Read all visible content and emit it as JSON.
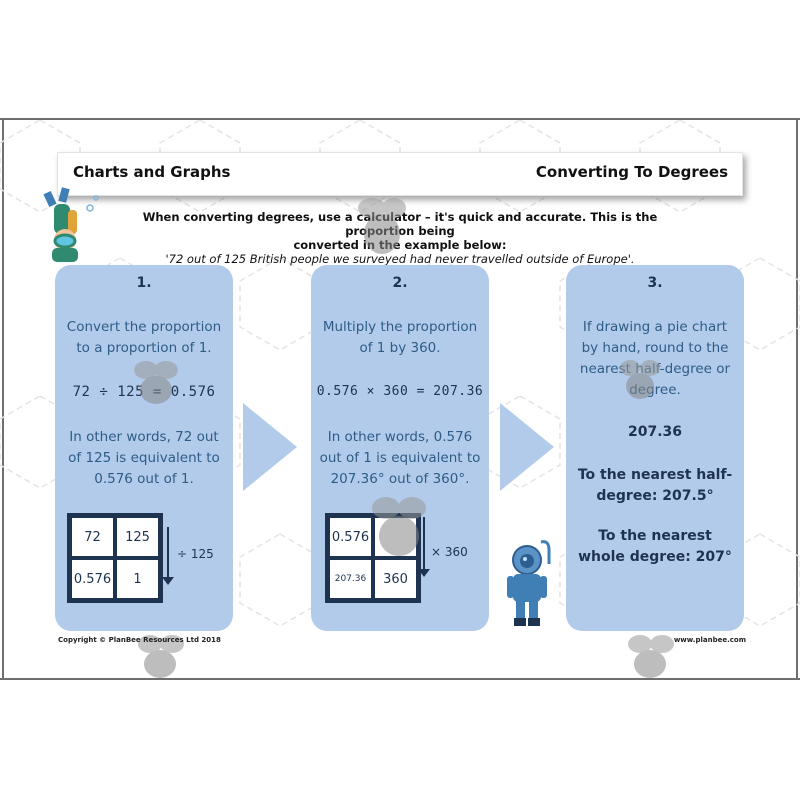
{
  "header": {
    "left_title": "Charts and Graphs",
    "right_title": "Converting To Degrees"
  },
  "intro": {
    "line1": "When converting degrees, use a calculator – it's quick and accurate. This is the proportion being",
    "line2": "converted in the example below:",
    "line3": "'72 out of 125 British people we surveyed had never travelled outside of Europe'."
  },
  "steps": [
    {
      "number": "1.",
      "instruction": "Convert the proportion to a proportion of 1.",
      "calculation": "72 ÷ 125 = 0.576",
      "explanation": "In other words, 72 out of 125 is equivalent to 0.576 out of 1.",
      "grid": {
        "top_left": "72",
        "top_right": "125",
        "bottom_left": "0.576",
        "bottom_right": "1",
        "operation": "÷ 125"
      }
    },
    {
      "number": "2.",
      "instruction": "Multiply the proportion of 1 by 360.",
      "calculation": "0.576 × 360 = 207.36",
      "explanation": "In other words, 0.576 out of 1 is equivalent to 207.36° out of 360°.",
      "grid": {
        "top_left": "0.576",
        "top_right": "",
        "bottom_left": "207.36",
        "bottom_right": "360",
        "operation": "× 360"
      }
    },
    {
      "number": "3.",
      "instruction": "If drawing a pie chart by hand, round to the nearest half-degree or degree.",
      "value": "207.36",
      "half_degree": "To the nearest half-degree: 207.5°",
      "whole_degree": "To the nearest whole degree: 207°"
    }
  ],
  "footer": {
    "copyright": "Copyright © PlanBee Resources Ltd 2018",
    "website": "www.planbee.com"
  },
  "icons": [
    "scuba-diver-icon",
    "deep-sea-diver-icon",
    "bee-watermark-icon",
    "chevron-right-icon",
    "down-arrow-icon"
  ],
  "colors": {
    "card": "#b3cbeb",
    "text_dark": "#1e3350",
    "text_blue": "#2e5c86"
  }
}
